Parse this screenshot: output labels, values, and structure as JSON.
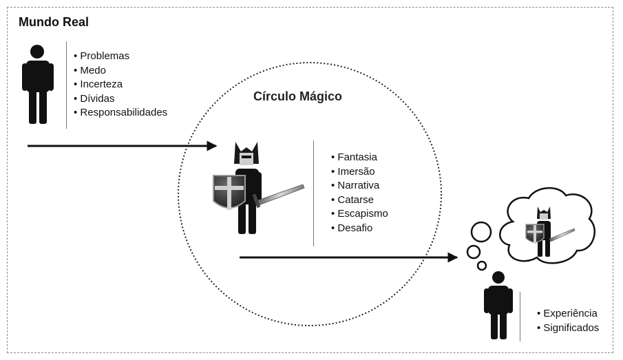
{
  "real_world": {
    "title": "Mundo Real",
    "items": [
      "Problemas",
      "Medo",
      "Incerteza",
      "Dívidas",
      "Responsabilidades"
    ]
  },
  "magic_circle": {
    "title": "Círculo Mágico",
    "items": [
      "Fantasia",
      "Imersão",
      "Narrativa",
      "Catarse",
      "Escapismo",
      "Desafio"
    ]
  },
  "outcome": {
    "items": [
      "Experiência",
      "Significados"
    ]
  },
  "colors": {
    "figure": "#111111",
    "shield": "#3a3a3a",
    "sword": "#8c8c8c",
    "line": "#777777"
  }
}
